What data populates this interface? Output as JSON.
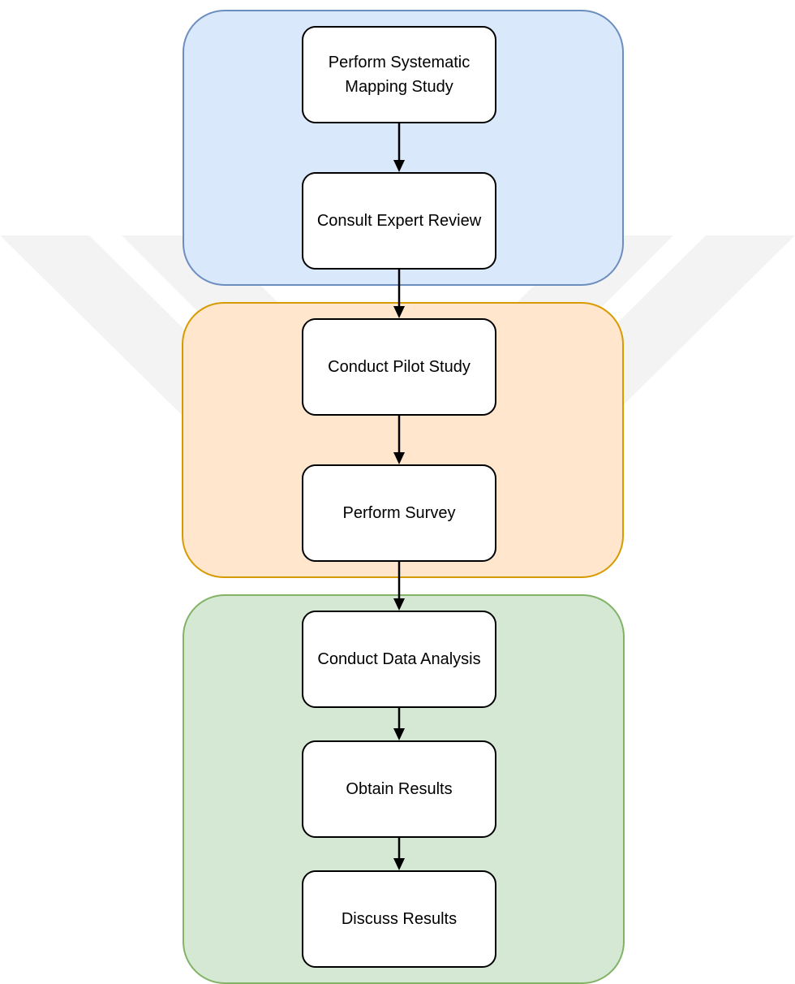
{
  "groups": [
    {
      "id": "literature",
      "fill": "#dae8fc",
      "stroke": "#6c8ebf"
    },
    {
      "id": "survey",
      "fill": "#ffe6cc",
      "stroke": "#d79b00"
    },
    {
      "id": "analysis",
      "fill": "#d5e8d4",
      "stroke": "#82b366"
    }
  ],
  "steps": [
    {
      "label": "Perform Systematic Mapping Study"
    },
    {
      "label": "Consult Expert Review"
    },
    {
      "label": "Conduct Pilot Study"
    },
    {
      "label": "Perform Survey"
    },
    {
      "label": "Conduct Data Analysis"
    },
    {
      "label": "Obtain Results"
    },
    {
      "label": "Discuss Results"
    }
  ],
  "flow": [
    {
      "from": 0,
      "to": 1
    },
    {
      "from": 1,
      "to": 2
    },
    {
      "from": 2,
      "to": 3
    },
    {
      "from": 3,
      "to": 4
    },
    {
      "from": 4,
      "to": 5
    },
    {
      "from": 5,
      "to": 6
    }
  ],
  "colors": {
    "arrow": "#000000",
    "box_stroke": "#000000",
    "box_fill": "#ffffff",
    "watermark": "#f4f4f4"
  }
}
